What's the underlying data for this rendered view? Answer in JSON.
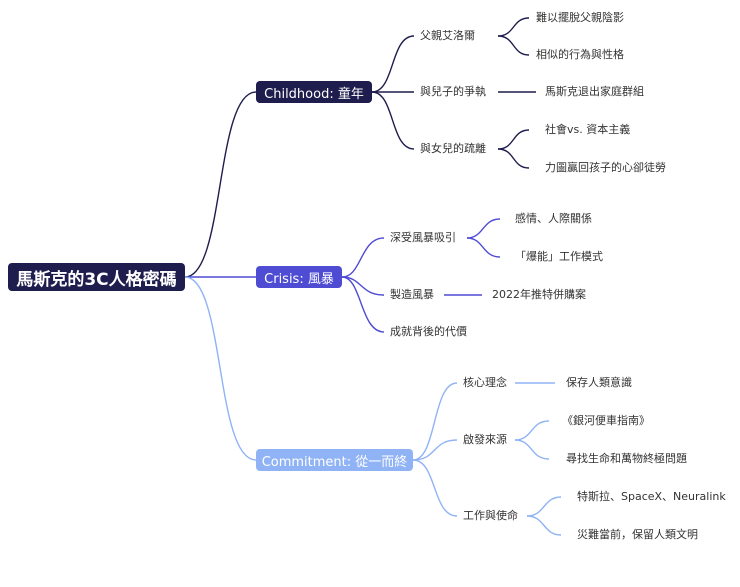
{
  "root": "馬斯克的3C人格密碼",
  "branches": {
    "childhood": {
      "title": "Childhood: 童年",
      "father": "父親艾洛爾",
      "father_1": "難以擺脫父親陰影",
      "father_2": "相似的行為與性格",
      "son": "與兒子的爭執",
      "son_1": "馬斯克退出家庭群組",
      "daughter": "與女兒的疏離",
      "daughter_1": "社會vs. 資本主義",
      "daughter_2": "力圖贏回孩子的心卻徒勞"
    },
    "crisis": {
      "title": "Crisis: 風暴",
      "drawn": "深受風暴吸引",
      "drawn_1": "感情、人際關係",
      "drawn_2": "「爆能」工作模式",
      "create": "製造風暴",
      "create_1": "2022年推特併購案",
      "cost": "成就背後的代價"
    },
    "commitment": {
      "title": "Commitment: 從一而終",
      "core": "核心理念",
      "core_1": "保存人類意識",
      "inspire": "啟發來源",
      "inspire_1": "《銀河便車指南》",
      "inspire_2": "尋找生命和萬物終極問題",
      "work": "工作與使命",
      "work_1": "特斯拉、SpaceX、Neuralink",
      "work_2": "災難當前，保留人類文明"
    }
  },
  "colors": {
    "childhood": "#1e1d4d",
    "crisis": "#4f4cd4",
    "commitment": "#8fb3f5"
  }
}
